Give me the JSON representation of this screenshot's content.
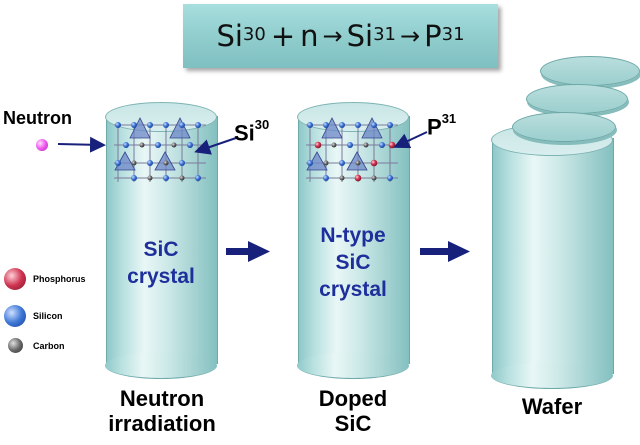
{
  "equation": {
    "t1": "Si",
    "s1": "30",
    "t2": "+",
    "t3": "n",
    "a1": "→",
    "t4": "Si",
    "s2": "31",
    "a2": "→",
    "t5": "P",
    "s3": "31"
  },
  "neutron_label": "Neutron",
  "atom_tags": {
    "si": {
      "base": "Si",
      "sup": "30"
    },
    "p": {
      "base": "P",
      "sup": "31"
    }
  },
  "cylinders": {
    "first": {
      "lines": [
        "SiC",
        "crystal"
      ]
    },
    "second": {
      "lines": [
        "N-type",
        "SiC",
        "crystal"
      ]
    }
  },
  "captions": {
    "first": [
      "Neutron",
      "irradiation"
    ],
    "second": [
      "Doped",
      "SiC"
    ],
    "third": [
      "Wafer"
    ]
  },
  "legend": [
    {
      "label": "Phosphorus",
      "color": "#c8304a"
    },
    {
      "label": "Silicon",
      "color": "#2f66c8"
    },
    {
      "label": "Carbon",
      "color": "#5a5a5a"
    }
  ],
  "colors": {
    "arrow": "#17207a",
    "cylinder_label": "#1e2f9c",
    "neutron": "#f060f0",
    "banner": "#8fcccc"
  }
}
